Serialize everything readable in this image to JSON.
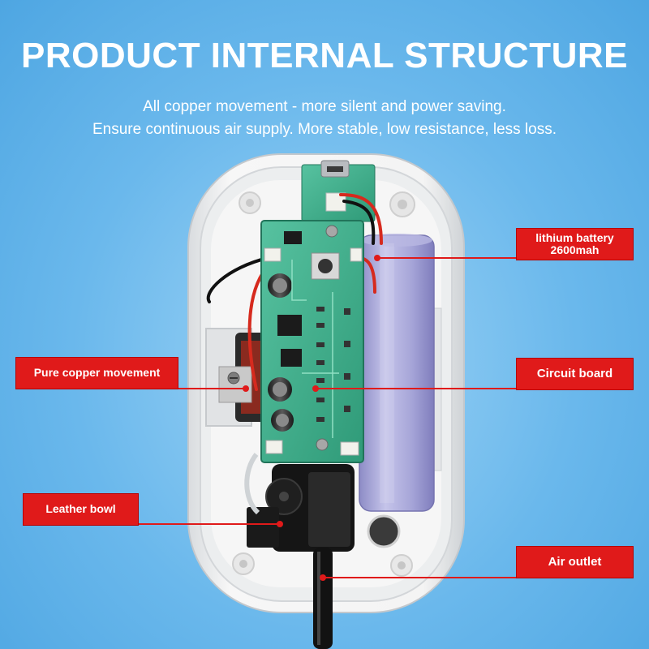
{
  "header": {
    "title": "PRODUCT INTERNAL STRUCTURE",
    "subtitle_line1": "All copper movement - more silent and power saving.",
    "subtitle_line2": "Ensure continuous air supply. More stable, low resistance, less loss."
  },
  "callouts": {
    "battery_line1": "lithium battery",
    "battery_line2": "2600mah",
    "circuit_board": "Circuit board",
    "copper_movement": "Pure copper movement",
    "leather_bowl": "Leather bowl",
    "air_outlet": "Air outlet"
  },
  "colors": {
    "background": "#6ab8ec",
    "callout_red": "#e01a1a",
    "pcb_green": "#3fae8c",
    "battery_lavender": "#a9a8d8",
    "housing_white": "#f3f3f3"
  }
}
